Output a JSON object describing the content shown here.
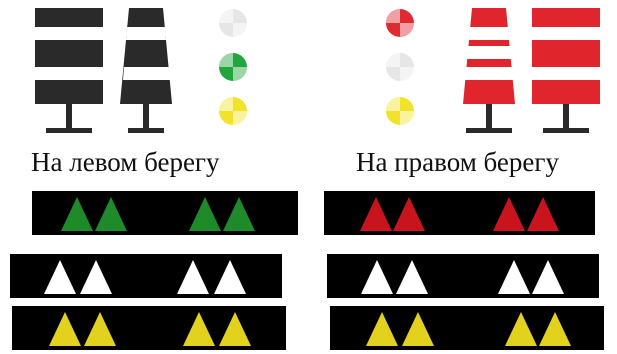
{
  "captions": {
    "left_bank": "На левом берегу",
    "right_bank": "На правом берегу"
  },
  "colors": {
    "left_shields": "#2a2a2a",
    "right_shields": "#e0262c",
    "stripe": "#ffffff",
    "post": "#2a2a2a",
    "light_white": "#e6e6e6",
    "light_green": "#23a53d",
    "light_yellow": "#f2e22a",
    "light_red": "#e02a33",
    "triangle_green": "#1e8a2a",
    "triangle_red": "#c8141c",
    "triangle_white": "#ffffff",
    "triangle_yellow": "#e2d21e",
    "panel_background": "#000000"
  },
  "signs": {
    "left_bank": {
      "shields": [
        "rectangle",
        "trapezoid"
      ],
      "lights": [
        "white",
        "green",
        "yellow"
      ]
    },
    "right_bank": {
      "shields": [
        "trapezoid",
        "rectangle"
      ],
      "lights": [
        "red",
        "white",
        "yellow"
      ]
    }
  },
  "panels": {
    "left_bank": [
      "green",
      "white",
      "yellow"
    ],
    "right_bank": [
      "red",
      "white",
      "yellow"
    ]
  }
}
